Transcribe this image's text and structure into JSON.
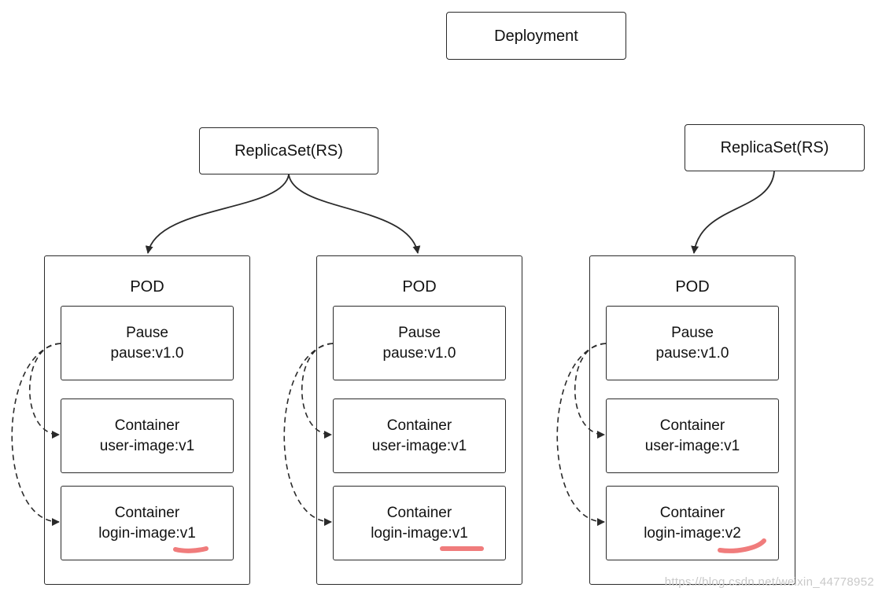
{
  "deployment": {
    "label": "Deployment"
  },
  "replicasets": [
    {
      "label": "ReplicaSet(RS)"
    },
    {
      "label": "ReplicaSet(RS)"
    }
  ],
  "pods": [
    {
      "title": "POD",
      "pause": {
        "name": "Pause",
        "image": "pause:v1.0"
      },
      "containers": [
        {
          "name": "Container",
          "image": "user-image:v1"
        },
        {
          "name": "Container",
          "image": "login-image:v1"
        }
      ]
    },
    {
      "title": "POD",
      "pause": {
        "name": "Pause",
        "image": "pause:v1.0"
      },
      "containers": [
        {
          "name": "Container",
          "image": "user-image:v1"
        },
        {
          "name": "Container",
          "image": "login-image:v1"
        }
      ]
    },
    {
      "title": "POD",
      "pause": {
        "name": "Pause",
        "image": "pause:v1.0"
      },
      "containers": [
        {
          "name": "Container",
          "image": "user-image:v1"
        },
        {
          "name": "Container",
          "image": "login-image:v2"
        }
      ]
    }
  ],
  "colors": {
    "stroke": "#2a2a2a",
    "highlight": "#f07c7c",
    "watermark": "#c9c9c9"
  },
  "watermark": "https://blog.csdn.net/weixin_44778952"
}
